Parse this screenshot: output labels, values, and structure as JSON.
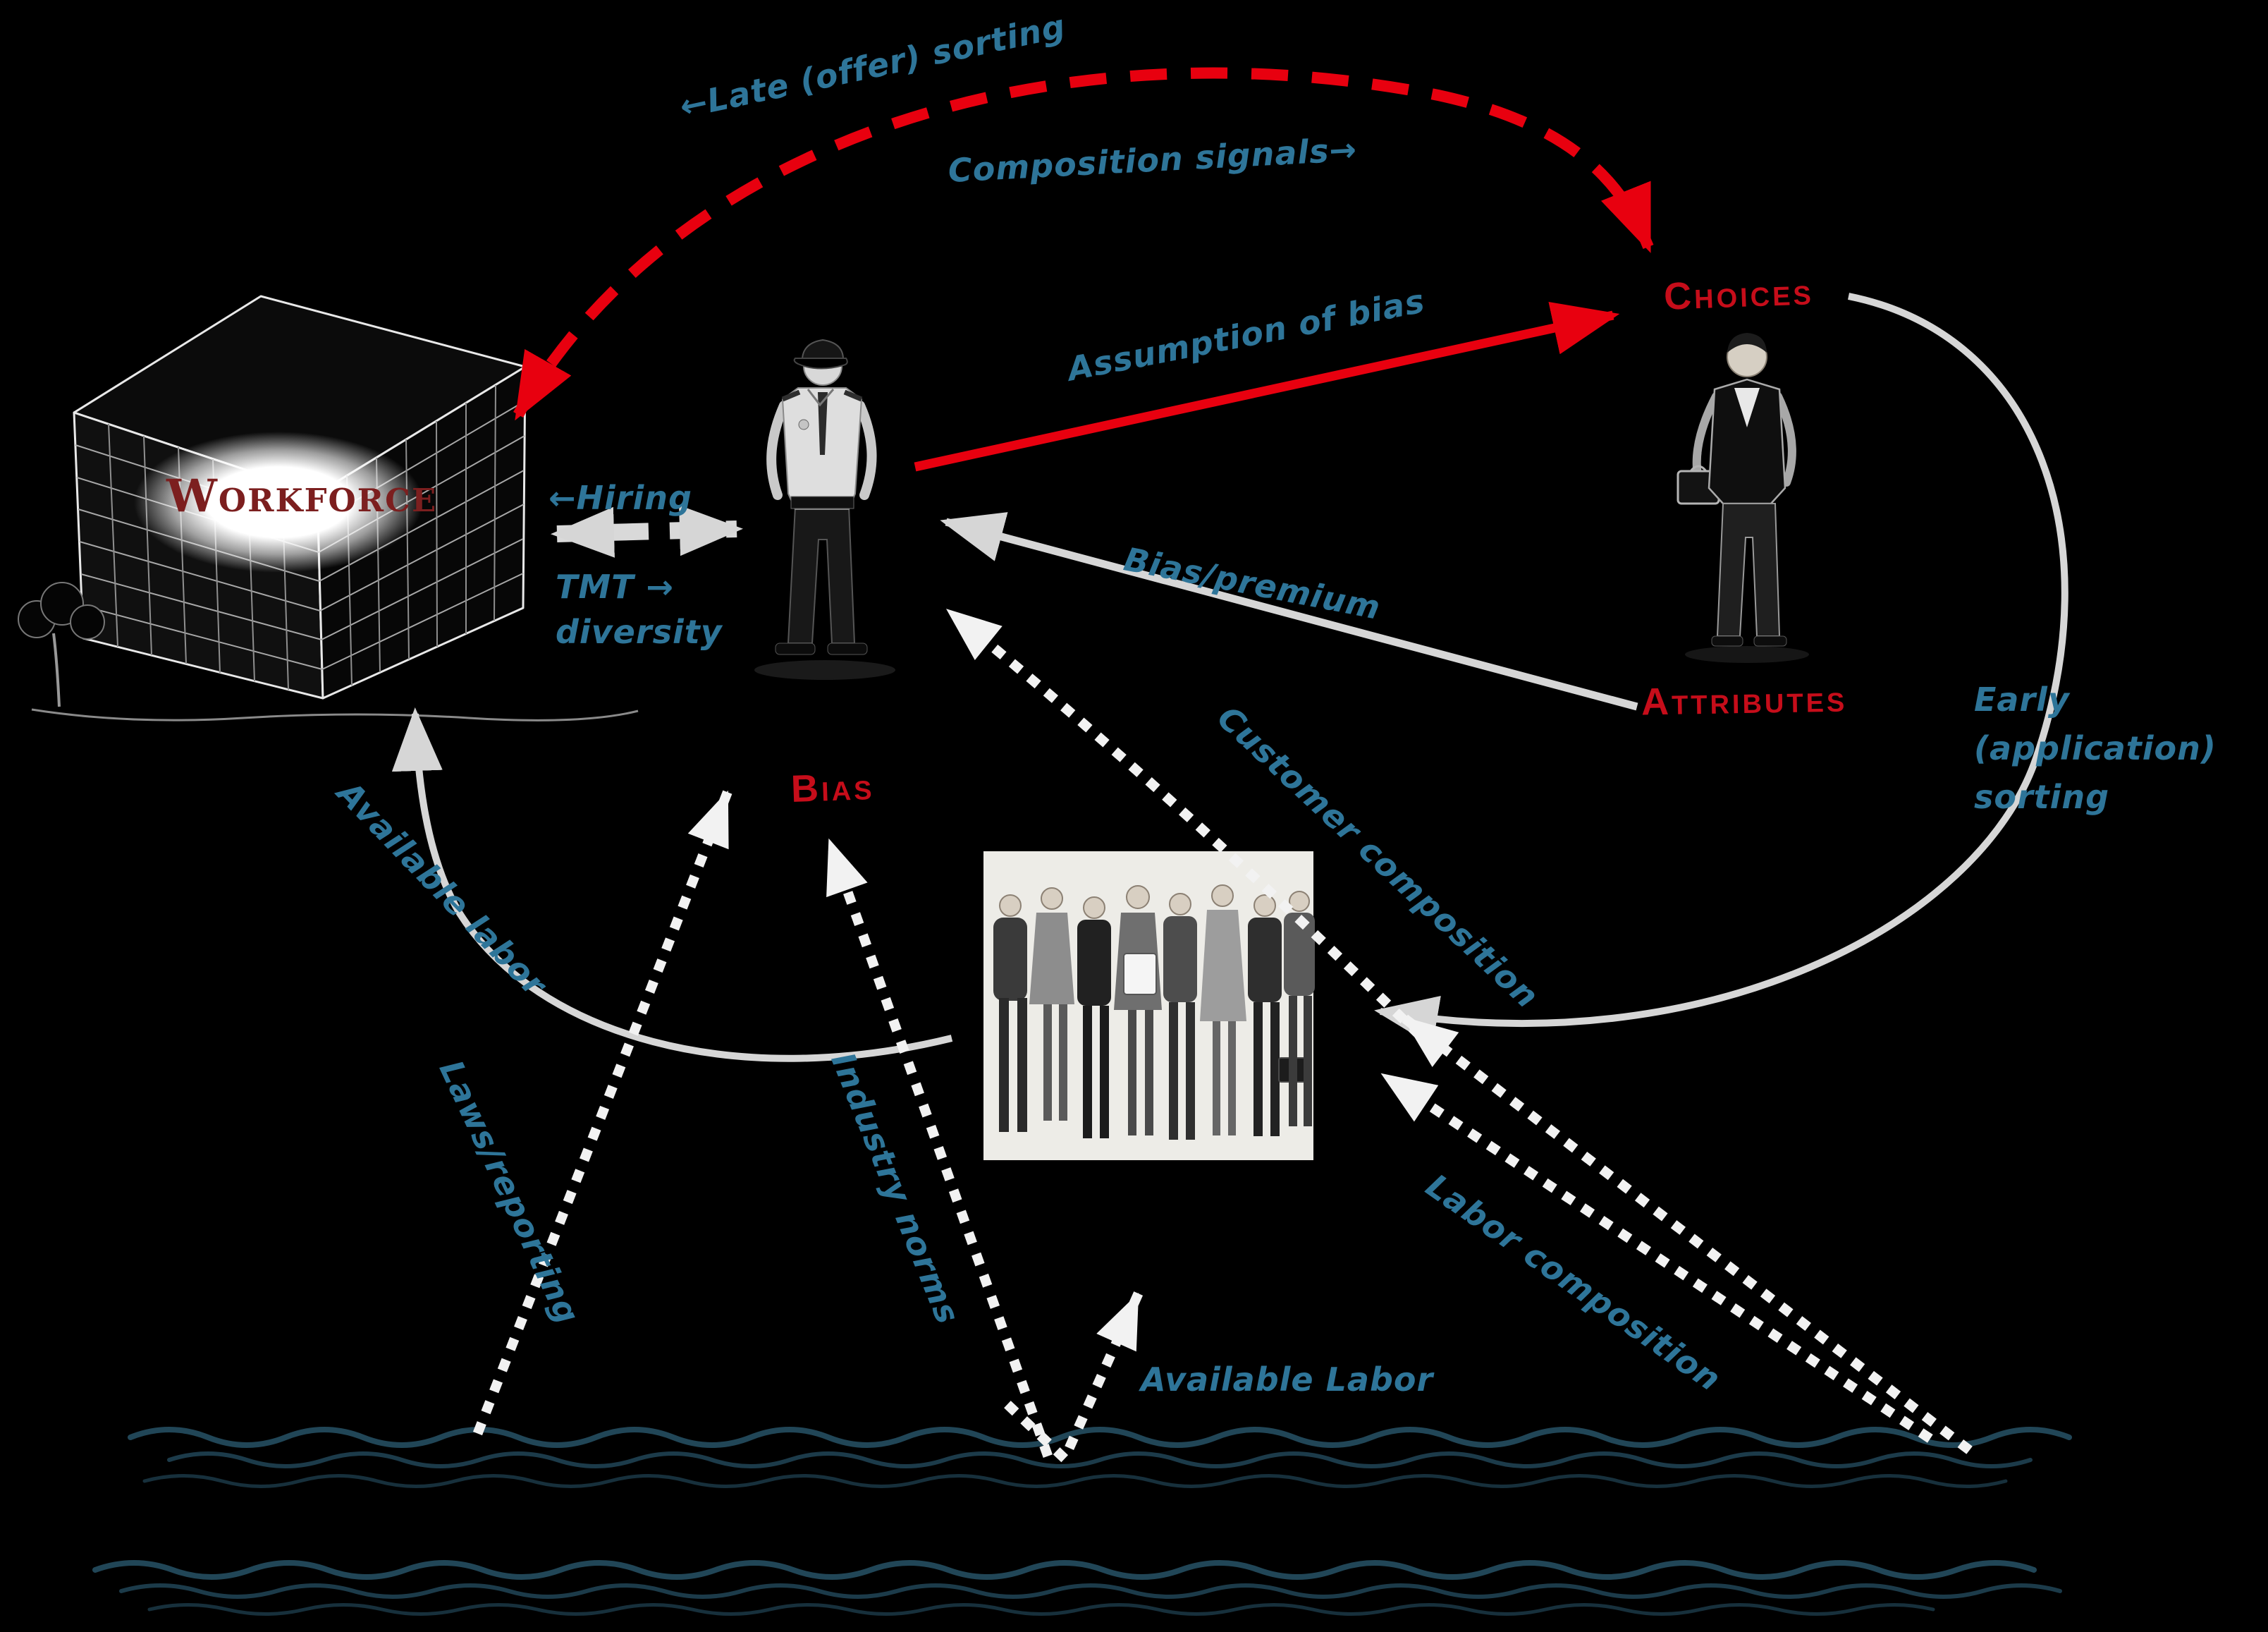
{
  "palette": {
    "background": "#000000",
    "red_accent": "#e8000f",
    "node_label_red": "#c60d1a",
    "workforce_red": "#7c1f1f",
    "handwriting_blue": "#2e7599",
    "gray_arrow": "#d6d6d6",
    "white_dotted": "#f2f2f2",
    "wave_blue": "#234a5c"
  },
  "nodes": {
    "workforce": "Workforce",
    "bias": "Bias",
    "choices": "Choices",
    "attributes": "Attributes"
  },
  "edge_labels": {
    "late_offer_sorting": "←Late (offer) sorting",
    "composition_signals": "Composition signals→",
    "assumption_of_bias": "Assumption of bias",
    "hiring": "←Hiring",
    "tmt_diversity": "TMT →\ndiversity",
    "bias_premium": "Bias/premium",
    "customer_composition": "Customer composition",
    "early_application_sorting": "Early\n(application)\nsorting",
    "available_labor_left": "Available labor",
    "laws_reporting": "Laws/reporting",
    "industry_norms": "Industry norms",
    "available_labor_bottom": "Available Labor",
    "labor_composition": "Labor composition"
  },
  "illustrations": {
    "building": "office-building-sketch",
    "gatekeeper": "security-guard-figure",
    "jobseeker": "standing-man-figure",
    "crowd": "group-of-people-photo",
    "labor_pool": "wavy-labor-pool-lines"
  }
}
